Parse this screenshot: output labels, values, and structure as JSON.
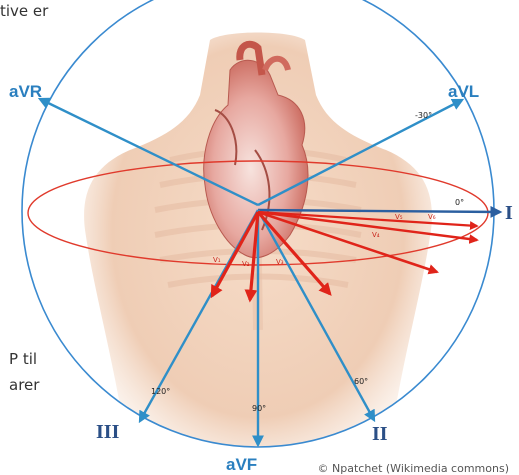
{
  "text_fragments": {
    "top": "tive er",
    "left_line_1": "P til",
    "left_line_2": "arer"
  },
  "leads": {
    "aVR": "aVR",
    "aVL": "aVL",
    "I": "I",
    "II": "II",
    "III": "III",
    "aVF": "aVF"
  },
  "degrees": {
    "minus30": "-30°",
    "zero": "0°",
    "sixty": "60°",
    "ninety": "90°",
    "one_twenty": "120°"
  },
  "precordial": [
    "V₁",
    "V₂",
    "V₃",
    "V₄",
    "V₅",
    "V₆"
  ],
  "credit": "© Npatchet (Wikimedia commons)",
  "colors": {
    "frontal_axis": "#2f8fc8",
    "lead_label": "#2a7fbf",
    "roman_label": "#2b4f86",
    "horizontal_plane": "#e03a2c",
    "precordial_arrow": "#e0241a",
    "circle": "#3a8ad0",
    "skin": "#f4d9c5"
  }
}
